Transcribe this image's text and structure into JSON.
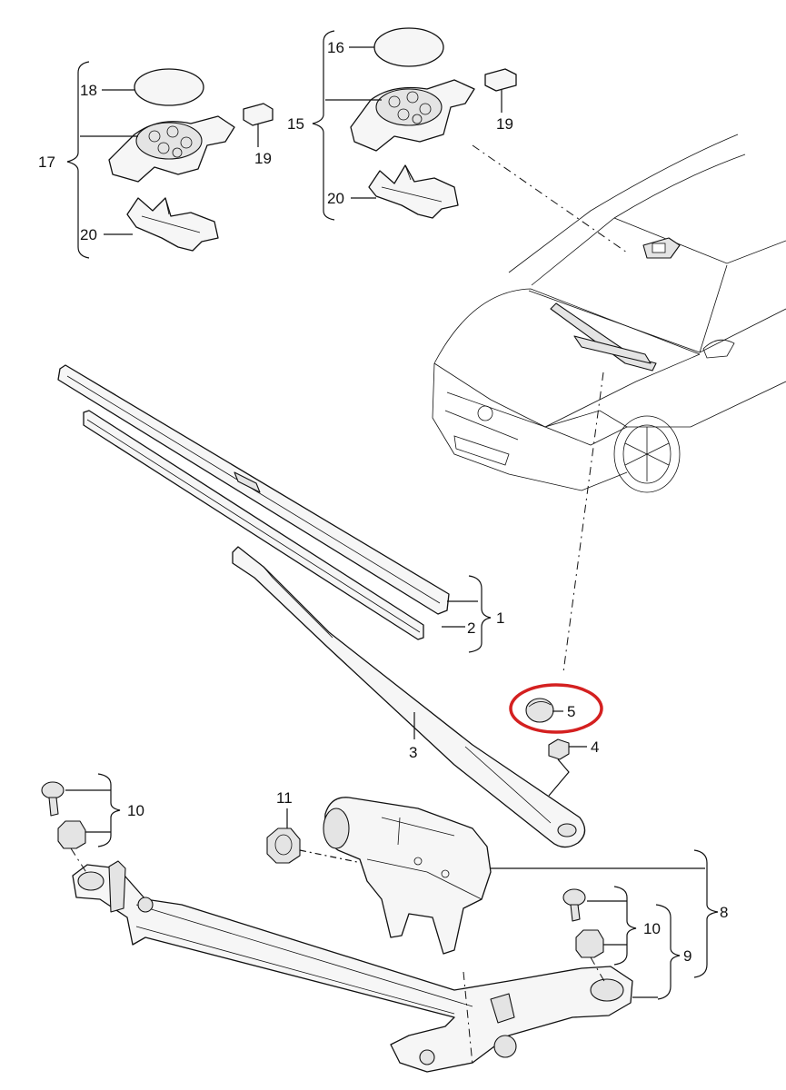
{
  "labels": {
    "p1": "1",
    "p2": "2",
    "p3": "3",
    "p4": "4",
    "p5": "5",
    "p8": "8",
    "p9": "9",
    "p10a": "10",
    "p10b": "10",
    "p11": "11",
    "p15": "15",
    "p16": "16",
    "p17": "17",
    "p18": "18",
    "p19a": "19",
    "p19b": "19",
    "p20a": "20",
    "p20b": "20"
  },
  "highlight": {
    "part": "5",
    "color": "#d42020"
  },
  "line_color": "#111111"
}
